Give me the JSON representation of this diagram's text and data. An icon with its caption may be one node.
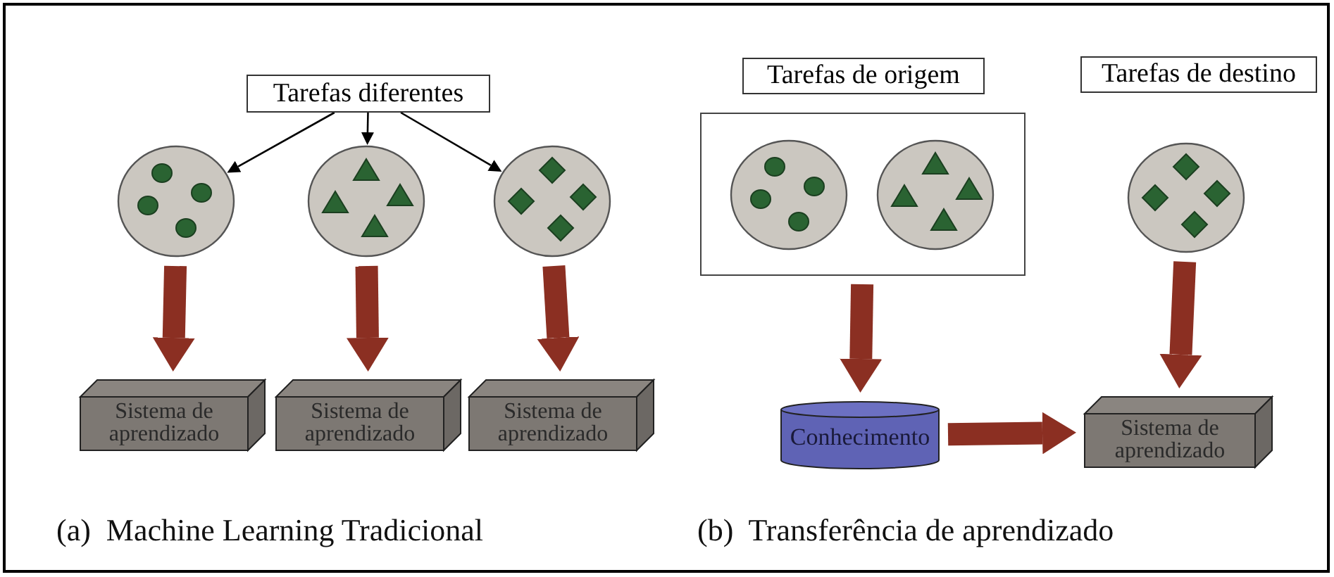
{
  "diagram": {
    "nodes": [
      {
        "text": [
          "Tarefas diferentes"
        ]
      },
      {
        "text": [],
        "shape": "circle"
      },
      {
        "text": [],
        "shape": "circle"
      },
      {
        "text": [],
        "shape": "circle"
      },
      {
        "text": [
          "Sistema de aprendizado"
        ]
      },
      {
        "text": [
          "Sistema de aprendizado"
        ]
      },
      {
        "text": [
          "Sistema de aprendizado"
        ]
      },
      {
        "text": [
          "Tarefas de origem"
        ]
      },
      {
        "text": [],
        "shape": "box"
      },
      {
        "text": [],
        "shape": "circle",
        "in": 8
      },
      {
        "text": [],
        "shape": "circle",
        "in": 8
      },
      {
        "text": [
          "Tarefas de destino"
        ]
      },
      {
        "text": [],
        "shape": "circle"
      },
      {
        "text": [
          "Conhecimento"
        ]
      },
      {
        "text": [
          "Sistema de aprendizado"
        ]
      }
    ],
    "edges": [
      {
        "from": 0,
        "to": 1,
        "arrow": "to",
        "color": "#000000"
      },
      {
        "from": 0,
        "to": 2,
        "arrow": "to",
        "color": "#000000"
      },
      {
        "from": 0,
        "to": 3,
        "arrow": "to",
        "color": "#000000"
      },
      {
        "from": 1,
        "to": 4,
        "arrow": "to"
      },
      {
        "from": 2,
        "to": 5,
        "arrow": "to"
      },
      {
        "from": 3,
        "to": 6,
        "arrow": "to"
      },
      {
        "from": 8,
        "to": 13,
        "arrow": "to"
      },
      {
        "from": 13,
        "to": 14,
        "arrow": "to"
      },
      {
        "from": 12,
        "to": 14,
        "arrow": "to"
      }
    ],
    "labels": [
      "(a)  Machine Learning Tradicional",
      "(b)  Transferência de aprendizado"
    ]
  }
}
